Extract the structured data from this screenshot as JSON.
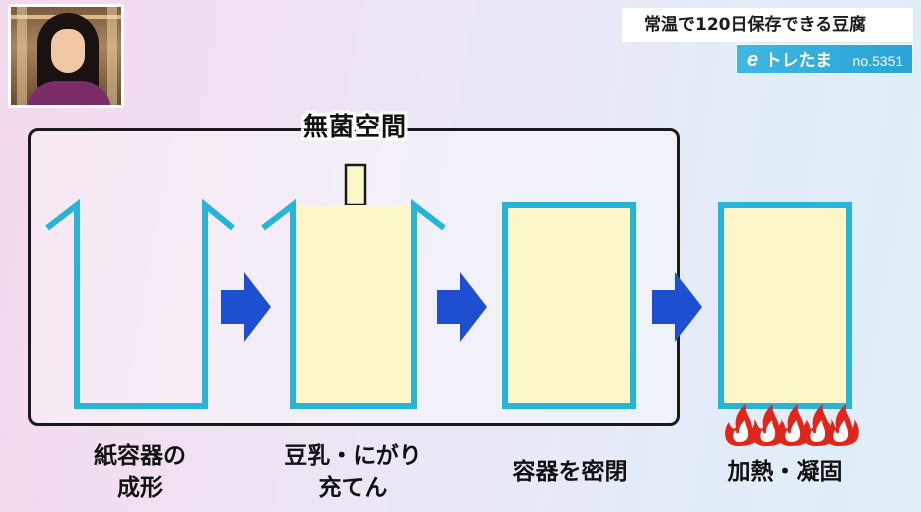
{
  "caption": {
    "title": "常温で120日保存できる豆腐"
  },
  "badge": {
    "logo_letter": "e",
    "name": "トレたま",
    "number": "no.5351"
  },
  "diagram": {
    "frame_label": "無菌空間",
    "steps": [
      {
        "line1": "紙容器の",
        "line2": "成形"
      },
      {
        "line1": "豆乳・にがり",
        "line2": "充てん"
      },
      {
        "line1": "容器を密閉",
        "line2": ""
      },
      {
        "line1": "加熱・凝固",
        "line2": ""
      }
    ]
  },
  "colors": {
    "container_outline": "#27b5d6",
    "tofu_fill": "#fbf7c8",
    "arrow": "#1f4fd1",
    "flame_outer": "#e0261a",
    "flame_inner": "#ffffff",
    "frame_border": "#1a1a1a"
  },
  "icons": [
    "arrow-right-icon",
    "flame-icon",
    "filling-nozzle-icon"
  ]
}
